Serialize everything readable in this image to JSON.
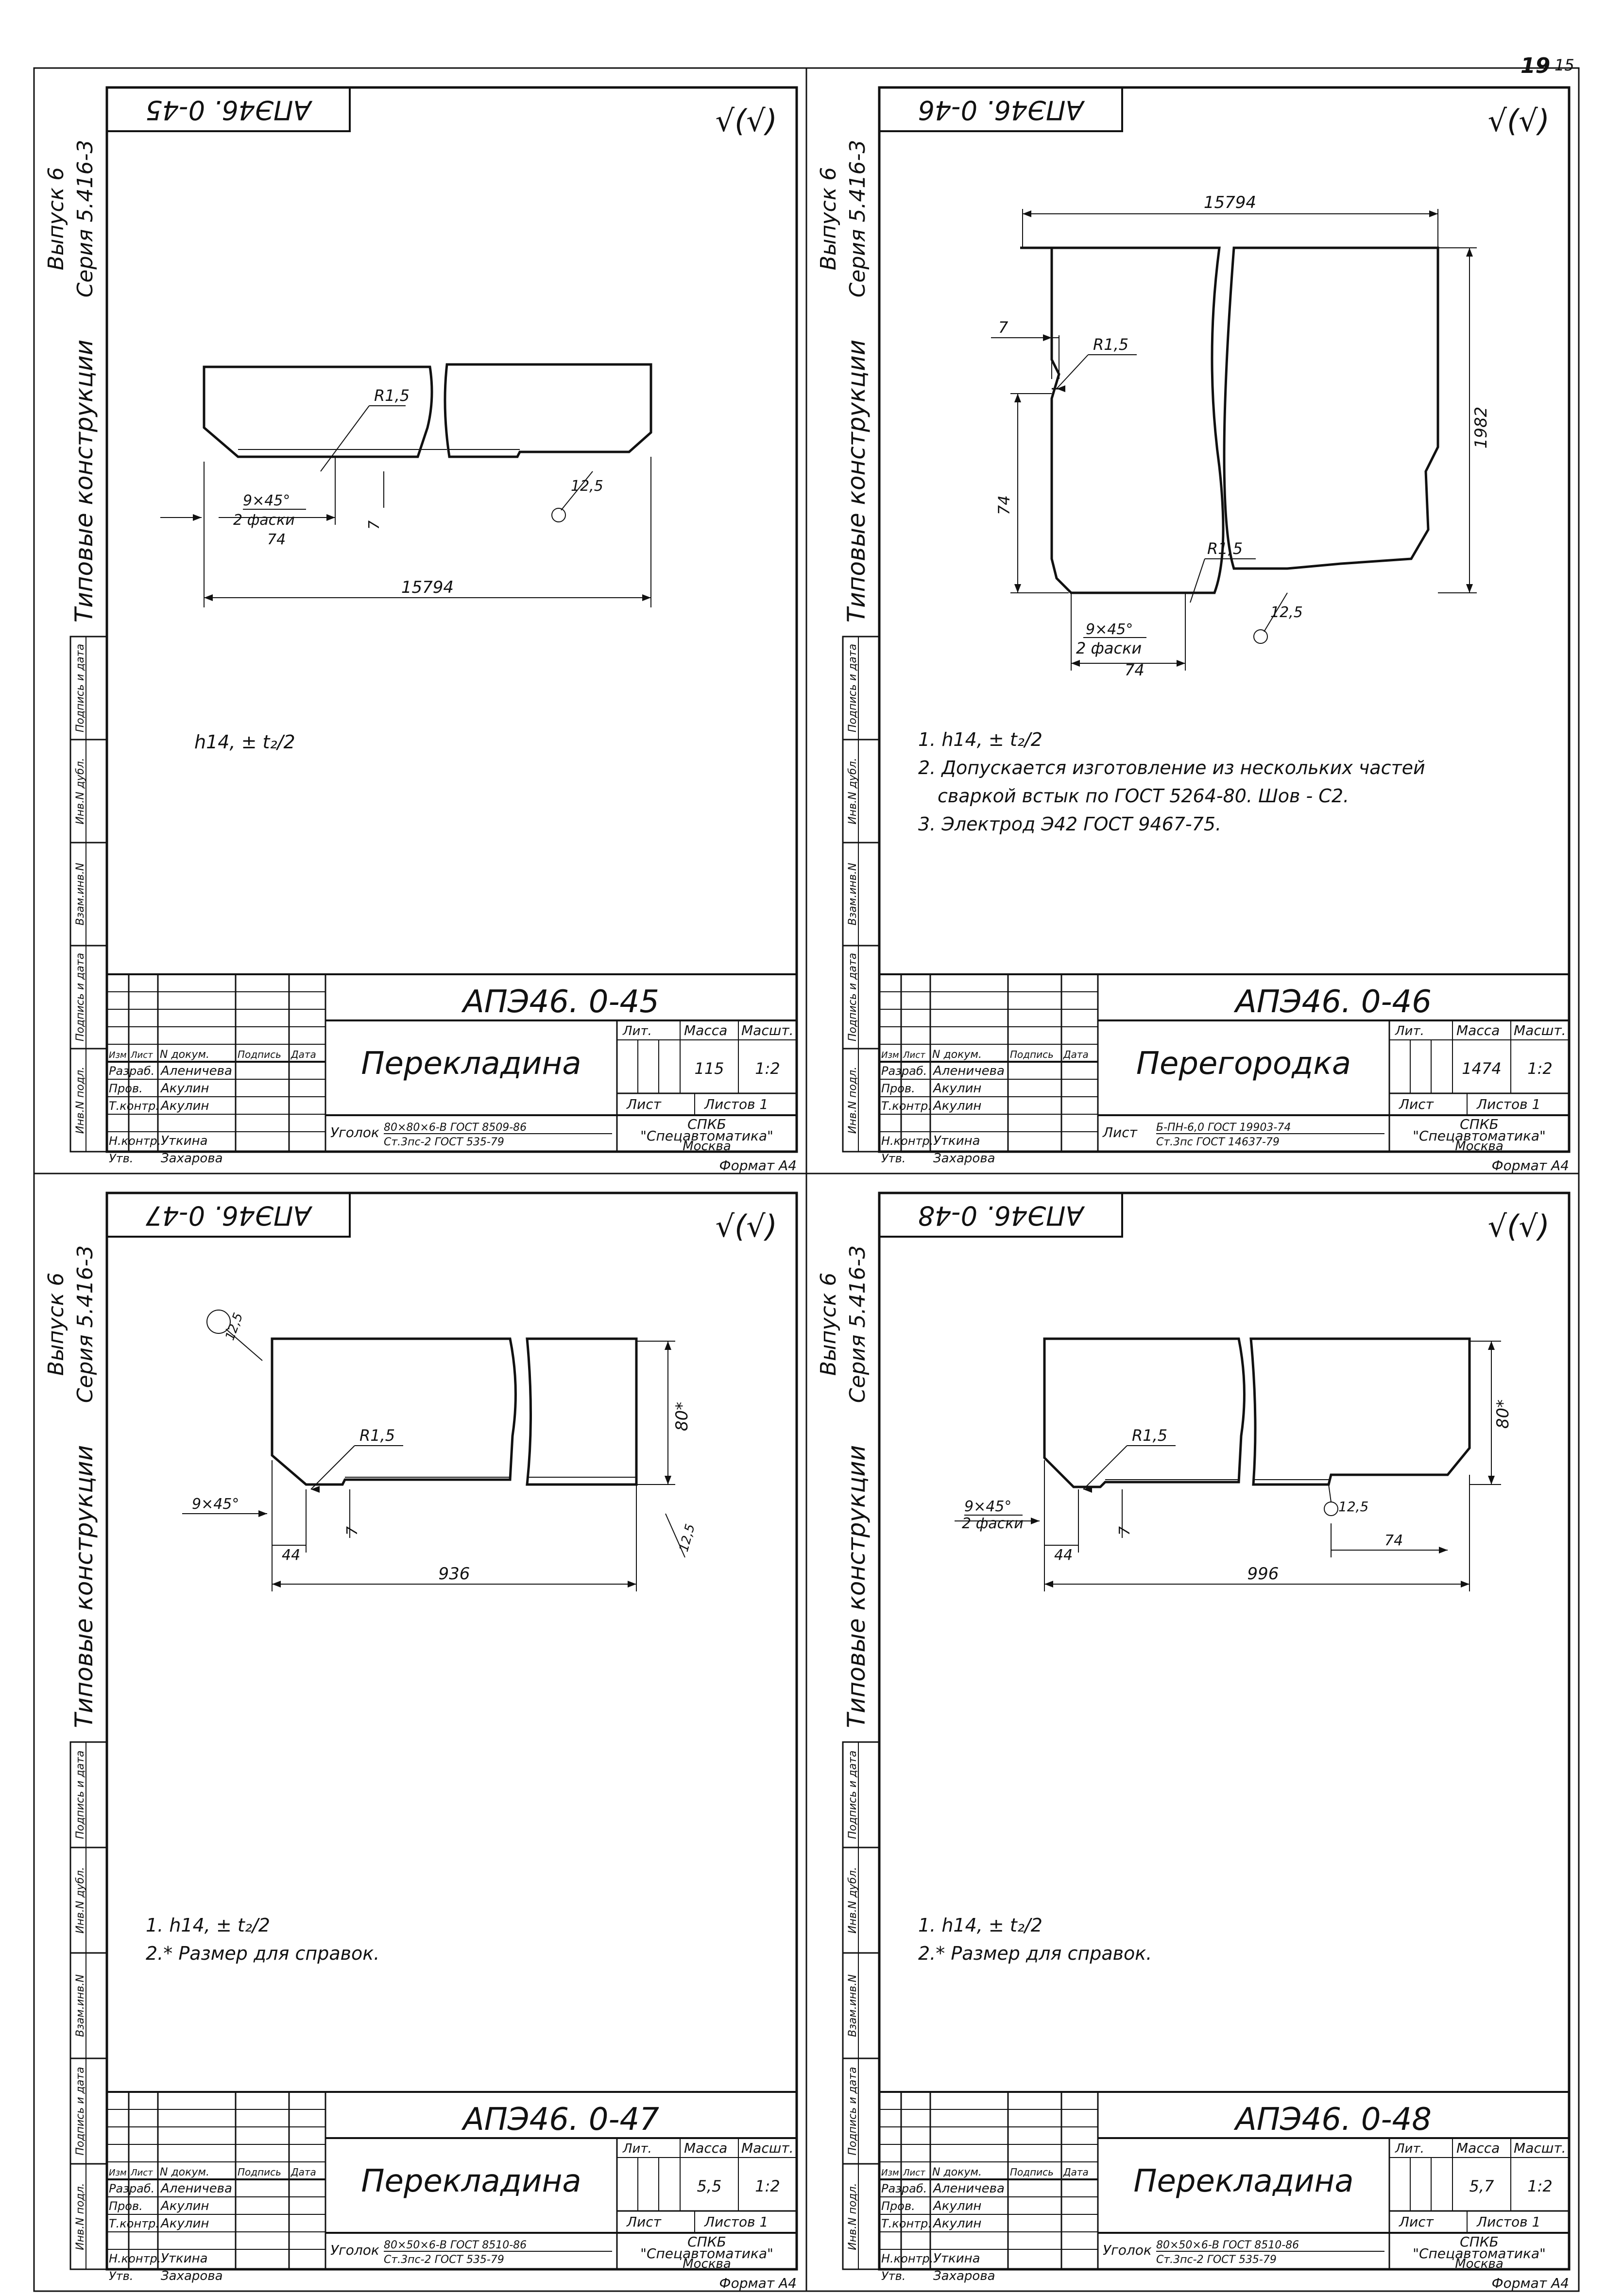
{
  "page": {
    "top_right_number": "19",
    "top_right_mark": "15"
  },
  "sheets": [
    {
      "code": "АПЭ46. 0-45",
      "code_mirrored": "АПЭ46. 0-45",
      "series": "Серия 5.416-3",
      "issue": "Выпуск 6",
      "spine": "Типовые конструкции",
      "roughness": "√(√)",
      "title": "Перекладина",
      "mass": "115",
      "scale": "1:2",
      "material_main": "Уголок",
      "material_top": "80×80×6-В ГОСТ 8509-86",
      "material_bot": "Ст.3пс-2   ГОСТ 535-79",
      "org1": "СПКБ",
      "org2": "\"Спецавтоматика\"",
      "org3": "Москва",
      "format": "Формат А4",
      "notes": [
        "h14, ± t₂/2"
      ],
      "dims": {
        "overall": "15794",
        "chamfer": "9×45°",
        "chamfer2": "2 фаски",
        "d74": "74",
        "r": "R1,5",
        "d7": "7",
        "rough": "12,5"
      }
    },
    {
      "code": "АПЭ46. 0-46",
      "code_mirrored": "АПЭ46. 0-46",
      "series": "Серия 5.416-3",
      "issue": "Выпуск 6",
      "spine": "Типовые конструкции",
      "roughness": "√(√)",
      "title": "Перегородка",
      "mass": "1474",
      "scale": "1:2",
      "material_main": "Лист",
      "material_top": "Б-ПН-6,0   ГОСТ 19903-74",
      "material_bot": "Ст.3пс   ГОСТ 14637-79",
      "org1": "СПКБ",
      "org2": "\"Спецавтоматика\"",
      "org3": "Москва",
      "format": "Формат А4",
      "notes": [
        "1. h14, ± t₂/2",
        "2. Допускается изготовление из нескольких частей",
        "сваркой встык по ГОСТ 5264-80. Шов - С2.",
        "3. Электрод Э42 ГОСТ 9467-75."
      ],
      "dims": {
        "overall": "15794",
        "height": "1982",
        "chamfer": "9×45°",
        "chamfer2": "2 фаски",
        "d74": "74",
        "d74v": "74",
        "r": "R1,5",
        "r2": "R1,5",
        "d7": "7",
        "rough": "12,5"
      }
    },
    {
      "code": "АПЭ46. 0-47",
      "code_mirrored": "АПЭ46. 0-47",
      "series": "Серия 5.416-3",
      "issue": "Выпуск 6",
      "spine": "Типовые конструкции",
      "roughness": "√(√)",
      "title": "Перекладина",
      "mass": "5,5",
      "scale": "1:2",
      "material_main": "Уголок",
      "material_top": "80×50×6-В ГОСТ 8510-86",
      "material_bot": "Ст.3пс-2   ГОСТ 535-79",
      "org1": "СПКБ",
      "org2": "\"Спецавтоматика\"",
      "org3": "Москва",
      "format": "Формат А4",
      "notes": [
        "1. h14, ± t₂/2",
        "2.* Размер для справок."
      ],
      "dims": {
        "overall": "936",
        "height": "80*",
        "chamfer": "9×45°",
        "d44": "44",
        "r": "R1,5",
        "d7": "7",
        "rough": "12,5",
        "rough2": "12,5"
      }
    },
    {
      "code": "АПЭ46. 0-48",
      "code_mirrored": "АПЭ46. 0-48",
      "series": "Серия 5.416-3",
      "issue": "Выпуск 6",
      "spine": "Типовые конструкции",
      "roughness": "√(√)",
      "title": "Перекладина",
      "mass": "5,7",
      "scale": "1:2",
      "material_main": "Уголок",
      "material_top": "80×50×6-В ГОСТ 8510-86",
      "material_bot": "Ст.3пс-2   ГОСТ 535-79",
      "org1": "СПКБ",
      "org2": "\"Спецавтоматика\"",
      "org3": "Москва",
      "format": "Формат А4",
      "notes": [
        "1. h14, ± t₂/2",
        "2.* Размер для справок."
      ],
      "dims": {
        "overall": "996",
        "height": "80*",
        "chamfer": "9×45°",
        "chamfer2": "2 фаски",
        "d44": "44",
        "d74": "74",
        "r": "R1,5",
        "d7": "7",
        "rough": "12,5"
      }
    }
  ],
  "stamp_labels": {
    "izm": "Изм",
    "list": "Лист",
    "ndok": "N докум.",
    "podp": "Подпись",
    "data": "Дата",
    "razrab": "Разраб.",
    "prov": "Пров.",
    "tkontr": "Т.контр.",
    "nkontr": "Н.контр.",
    "utv": "Утв.",
    "razrab_name": "Аленичева",
    "prov_name": "Акулин",
    "tkontr_name": "Акулин",
    "nkontr_name": "Уткина",
    "utv_name": "Захарова",
    "lit": "Лит.",
    "massa": "Масса",
    "masht": "Масшт.",
    "sheet": "Лист",
    "sheets": "Листов 1"
  },
  "side_stamp": [
    "Инв.N подл.",
    "Подпись и дата",
    "Взам.инв.N",
    "Инв.N дубл.",
    "Подпись и дата"
  ]
}
